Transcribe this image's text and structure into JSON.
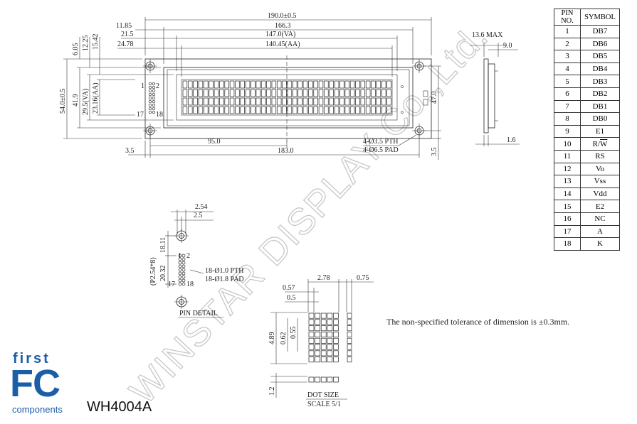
{
  "watermark": "WINSTAR DISPLAY Co.,Ltd.",
  "pin_table": {
    "headers": [
      "PIN NO.",
      "SYMBOL"
    ],
    "rows": [
      {
        "pin": "1",
        "symbol": "DB7"
      },
      {
        "pin": "2",
        "symbol": "DB6"
      },
      {
        "pin": "3",
        "symbol": "DB5"
      },
      {
        "pin": "4",
        "symbol": "DB4"
      },
      {
        "pin": "5",
        "symbol": "DB3"
      },
      {
        "pin": "6",
        "symbol": "DB2"
      },
      {
        "pin": "7",
        "symbol": "DB1"
      },
      {
        "pin": "8",
        "symbol": "DB0"
      },
      {
        "pin": "9",
        "symbol": "E1"
      },
      {
        "pin": "10",
        "symbol": "R/W"
      },
      {
        "pin": "11",
        "symbol": "RS"
      },
      {
        "pin": "12",
        "symbol": "Vo"
      },
      {
        "pin": "13",
        "symbol": "Vss"
      },
      {
        "pin": "14",
        "symbol": "Vdd"
      },
      {
        "pin": "15",
        "symbol": "E2"
      },
      {
        "pin": "16",
        "symbol": "NC"
      },
      {
        "pin": "17",
        "symbol": "A"
      },
      {
        "pin": "18",
        "symbol": "K"
      }
    ]
  },
  "front_view": {
    "dim_190": "190.0±0.5",
    "dim_166": "166.3",
    "dim_147": "147.0(VA)",
    "dim_140": "140.45(AA)",
    "dim_11_85": "11.85",
    "dim_21_5": "21.5",
    "dim_24_78": "24.78",
    "dim_6_05": "6.05",
    "dim_12_25": "12.25",
    "dim_15_42": "15.42",
    "dim_54": "54.0±0.5",
    "dim_41_9": "41.9",
    "dim_29_5": "29.5(VA)",
    "dim_23_16": "23.16(AA)",
    "dim_47": "47.0",
    "dim_95": "95.0",
    "dim_183": "183.0",
    "dim_3_5_left": "3.5",
    "dim_3_5_right": "3.5",
    "holes_pth": "4-Ø3.5 PTH",
    "holes_pad": "4-Ø6.5 PAD",
    "pin_1": "1",
    "pin_2": "2",
    "pin_17": "17",
    "pin_18": "18"
  },
  "side_view": {
    "dim_13_6": "13.6 MAX",
    "dim_9": "9.0",
    "dim_1_6": "1.6"
  },
  "pin_detail": {
    "dim_2_54": "2.54",
    "dim_2_5": "2.5",
    "dim_18_11": "18.11",
    "dim_20_32": "20.32",
    "dim_pitch": "(P2.54*8)",
    "pth": "18-Ø1.0 PTH",
    "pad": "18-Ø1.8 PAD",
    "pin_1": "1",
    "pin_2": "2",
    "pin_17": "17",
    "pin_18": "18",
    "title": "PIN DETAIL"
  },
  "dot_size": {
    "dim_2_78": "2.78",
    "dim_0_75": "0.75",
    "dim_0_57": "0.57",
    "dim_0_5": "0.5",
    "dim_4_89": "4.89",
    "dim_0_62": "0.62",
    "dim_0_55": "0.55",
    "dim_1_2": "1.2",
    "title": "DOT SIZE",
    "scale": "SCALE 5/1"
  },
  "note": "The non-specified tolerance of dimension is ±0.3mm.",
  "logo": {
    "first": "first",
    "fc": "FC",
    "components": "components"
  },
  "model": "WH4004A"
}
